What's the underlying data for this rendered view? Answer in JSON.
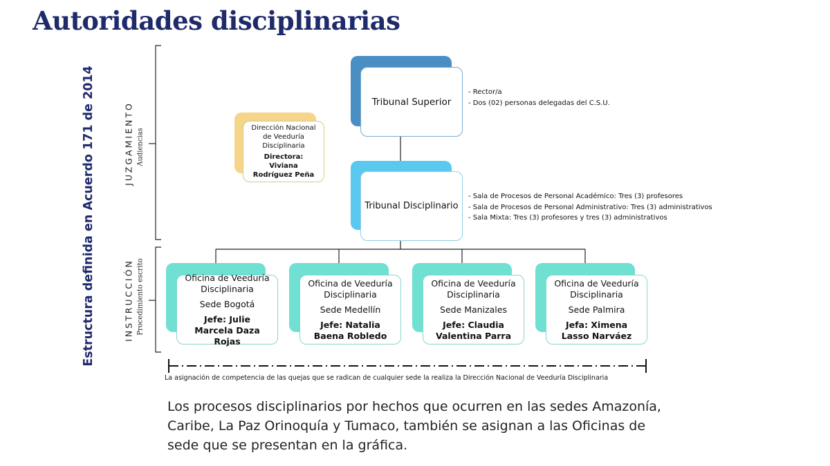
{
  "title": "Autoridades disciplinarias",
  "side_label": "Estructura definida en Acuerdo 171 de 2014",
  "juzgamiento": {
    "label": "JUZGAMIENTO",
    "sub": "Audiencias"
  },
  "instruccion": {
    "label": "INSTRUCCIÓN",
    "sub": "Procedimiento escrito"
  },
  "direccion": {
    "line1": "Dirección Nacional de Veeduría Disciplinaria",
    "line2": "Directora: Viviana Rodríguez Peña"
  },
  "tribunal_superior": {
    "label": "Tribunal Superior",
    "notes": [
      "- Rector/a",
      "- Dos (02) personas delegadas del C.S.U."
    ]
  },
  "tribunal_disciplinario": {
    "label": "Tribunal Disciplinario",
    "notes": [
      "- Sala de Procesos de Personal Académico: Tres (3) profesores",
      "- Sala de Procesos de Personal Administrativo: Tres (3) administrativos",
      "- Sala Mixta: Tres (3) profesores y tres (3) administrativos"
    ]
  },
  "oficinas": [
    {
      "name": "Oficina de Veeduría Disciplinaria",
      "sede": "Sede Bogotá",
      "jefe": "Jefe: Julie Marcela Daza Rojas"
    },
    {
      "name": "Oficina de Veeduría Disciplinaria",
      "sede": "Sede Medellín",
      "jefe": "Jefe: Natalia Baena Robledo"
    },
    {
      "name": "Oficina de Veeduría Disciplinaria",
      "sede": "Sede Manizales",
      "jefe": "Jefe: Claudia Valentina Parra"
    },
    {
      "name": "Oficina de Veeduría Disciplinaria",
      "sede": "Sede Palmira",
      "jefe": "Jefa: Ximena Lasso Narváez"
    }
  ],
  "bottom_note": "La asignación de competencia de las quejas que se radican de cualquier sede la realiza la Dirección Nacional de Veeduría Disciplinaria",
  "paragraph": "Los procesos disciplinarios por hechos que ocurren en las sedes Amazonía, Caribe, La Paz Orinoquía y Tumaco, también se asignan a las Oficinas de sede que se presentan en la gráfica.",
  "colors": {
    "title": "#1f2a6b",
    "superior_back": "#4a8fc4",
    "disciplinario_back": "#5bc8ef",
    "direccion_back": "#f5d58a",
    "oficina_back": "#6fe0d2"
  }
}
